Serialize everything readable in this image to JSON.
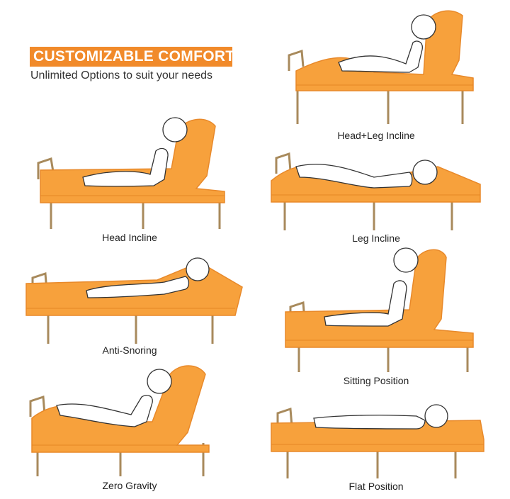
{
  "header": {
    "title": "CUSTOMIZABLE COMFORT",
    "subtitle": "Unlimited Options to suit your needs"
  },
  "positions": [
    {
      "label": "Head+Leg Incline"
    },
    {
      "label": "Head Incline"
    },
    {
      "label": "Leg Incline"
    },
    {
      "label": "Anti-Snoring"
    },
    {
      "label": "Sitting Position"
    },
    {
      "label": "Zero Gravity"
    },
    {
      "label": "Flat Position"
    }
  ],
  "colors": {
    "mattress": "#f7a13c",
    "mattress_shade": "#f08a24",
    "frame": "#b89a6a",
    "banner": "#f18a2a"
  }
}
